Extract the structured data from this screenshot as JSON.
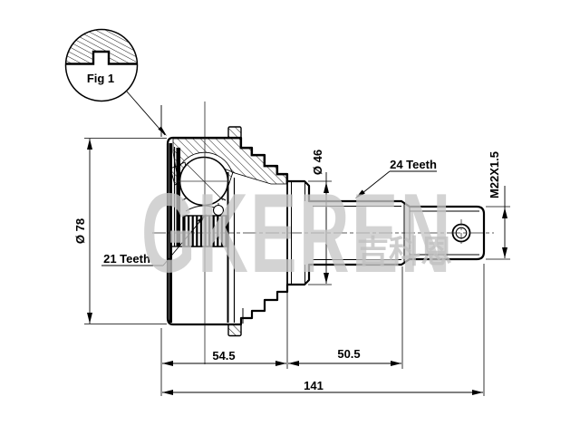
{
  "drawing": {
    "type": "cv-joint-technical-drawing",
    "fig1_label": "Fig 1",
    "annotations": {
      "inner_spline": "21 Teeth",
      "outer_spline": "24 Teeth"
    },
    "dimensions": {
      "housing_diameter": "Ø 78",
      "ring_diameter": "Ø 46",
      "thread_spec": "M22X1.5",
      "housing_length": "54.5",
      "shaft_length": "50.5",
      "total_length": "141"
    },
    "watermark": {
      "brand": "GKEREN",
      "brand_cjk": "吉科恩"
    },
    "colors": {
      "line": "#000000",
      "background": "#ffffff",
      "watermark": "#c6c6c6"
    }
  }
}
